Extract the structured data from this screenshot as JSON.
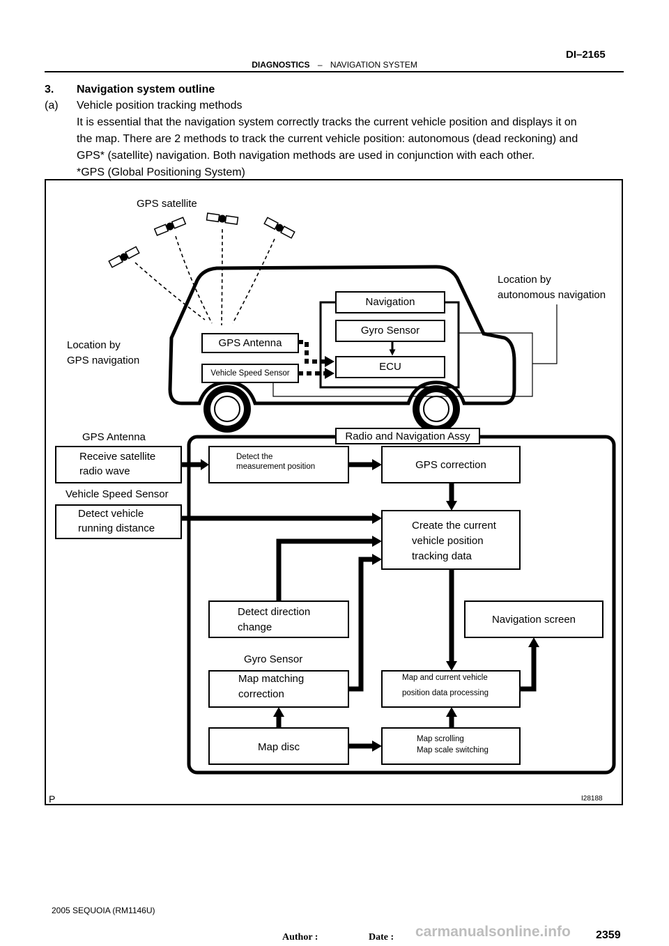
{
  "header": {
    "section": "DIAGNOSTICS",
    "dash": "–",
    "subsection": "NAVIGATION SYSTEM",
    "page_code": "DI–2165"
  },
  "body": {
    "heading_num": "3.",
    "heading": "Navigation system outline",
    "item_label": "(a)",
    "item_title": "Vehicle position tracking methods",
    "para_lines": [
      "It is essential that the navigation system correctly tracks the current vehicle position and displays it on",
      "the map. There are 2 methods to track the current vehicle position: autonomous (dead reckoning) and",
      "GPS* (satellite) navigation. Both navigation methods are used in conjunction with each other.",
      "*GPS (Global Positioning System)"
    ]
  },
  "figure": {
    "gps_satellite": "GPS satellite",
    "loc_auto_1": "Location by",
    "loc_auto_2": "autonomous navigation",
    "loc_gps_1": "Location by",
    "loc_gps_2": "GPS navigation",
    "car_navigation": "Navigation",
    "car_gyro": "Gyro Sensor",
    "car_ecu": "ECU",
    "car_gps_antenna": "GPS Antenna",
    "car_speed_sensor": "Vehicle Speed Sensor",
    "assy_title": "Radio and Navigation Assy",
    "gps_antenna": "GPS Antenna",
    "receive_1": "Receive satellite",
    "receive_2": "radio wave",
    "vss": "Vehicle Speed Sensor",
    "detect_vehicle_1": "Detect vehicle",
    "detect_vehicle_2": "running distance",
    "detect_meas_1": "Detect the",
    "detect_meas_2": "measurement position",
    "gps_correction": "GPS correction",
    "create_1": "Create the current",
    "create_2": "vehicle position",
    "create_3": "tracking data",
    "detect_dir_1": "Detect direction",
    "detect_dir_2": "change",
    "gyro_sensor": "Gyro Sensor",
    "nav_screen": "Navigation screen",
    "map_match_1": "Map matching",
    "map_match_2": "correction",
    "map_proc_1": "Map and current vehicle",
    "map_proc_2": "position data processing",
    "map_disc": "Map disc",
    "map_scroll_1": "Map scrolling",
    "map_scroll_2": "Map scale switching",
    "corner_p": "P",
    "fig_id": "I28188"
  },
  "footer": {
    "model": "2005 SEQUOIA   (RM1146U)",
    "author": "Author :",
    "date": "Date :",
    "page": "2359",
    "watermark": "carmanualsonline.info"
  }
}
